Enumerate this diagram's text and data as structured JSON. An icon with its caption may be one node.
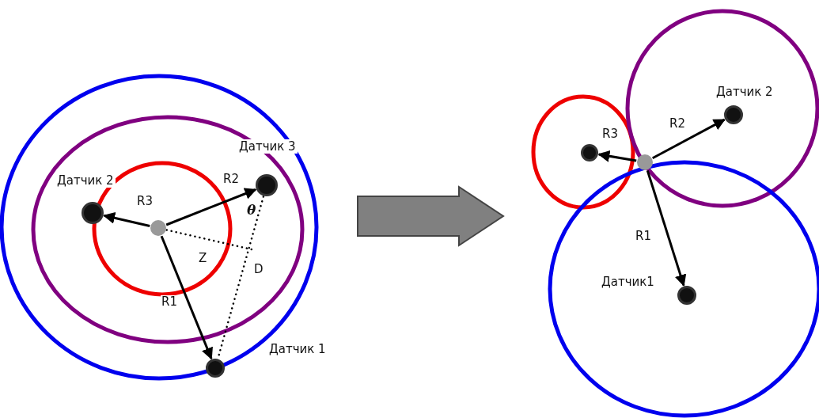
{
  "diagram": {
    "nodes": [
      {
        "text": [],
        "shape": "circle"
      },
      {
        "text": [],
        "shape": "circle",
        "beside": [
          "Датчик 2"
        ]
      },
      {
        "text": [],
        "shape": "circle",
        "beside": [
          "Датчик 3"
        ]
      },
      {
        "text": [],
        "shape": "circle",
        "beside": [
          "Датчик 1"
        ]
      },
      {
        "text": [],
        "shape": "circle"
      },
      {
        "text": [],
        "shape": "circle"
      },
      {
        "text": [],
        "shape": "circle",
        "beside": [
          "Датчик 2"
        ]
      },
      {
        "text": [],
        "shape": "circle",
        "beside": [
          "Датчик1"
        ]
      }
    ],
    "edges": [
      {
        "from": 0,
        "to": 1,
        "arrow": "to",
        "label": "R3"
      },
      {
        "from": 0,
        "to": 2,
        "arrow": "to",
        "label": "R2"
      },
      {
        "from": 0,
        "to": 3,
        "arrow": "to",
        "label": "R1"
      },
      {
        "from": 0,
        "to": null,
        "arrow": "none",
        "label": "Z",
        "style": "dashed"
      },
      {
        "from": 2,
        "to": 3,
        "arrow": "none",
        "label": "D",
        "style": "dashed"
      },
      {
        "from": 4,
        "to": 5,
        "arrow": "to",
        "label": "R3"
      },
      {
        "from": 4,
        "to": 6,
        "arrow": "to",
        "label": "R2"
      },
      {
        "from": 4,
        "to": 7,
        "arrow": "to",
        "label": "R1"
      }
    ],
    "labels": [
      "θ"
    ]
  }
}
